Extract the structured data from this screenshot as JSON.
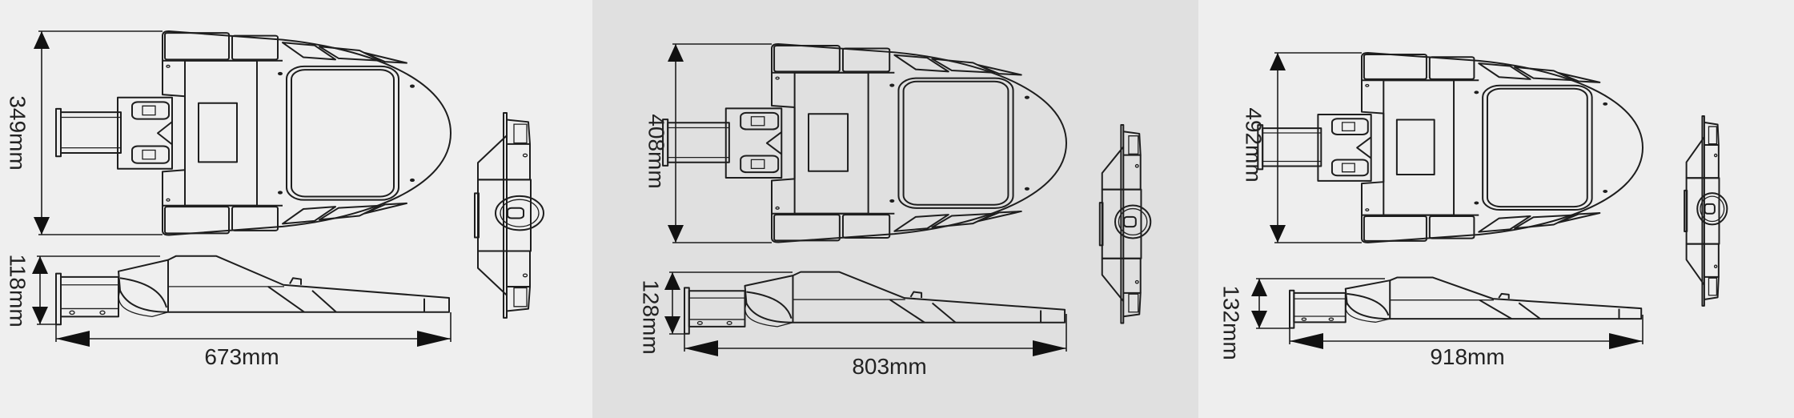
{
  "colors": {
    "panel_backgrounds": [
      "#efefef",
      "#e0e0e0",
      "#eeeeee"
    ],
    "line": "#1e1e1e"
  },
  "panels": [
    {
      "depth_label": "349mm",
      "height_label": "118mm",
      "length_label": "673mm"
    },
    {
      "depth_label": "408mm",
      "height_label": "128mm",
      "length_label": "803mm"
    },
    {
      "depth_label": "492mm",
      "height_label": "132mm",
      "length_label": "918mm"
    }
  ]
}
